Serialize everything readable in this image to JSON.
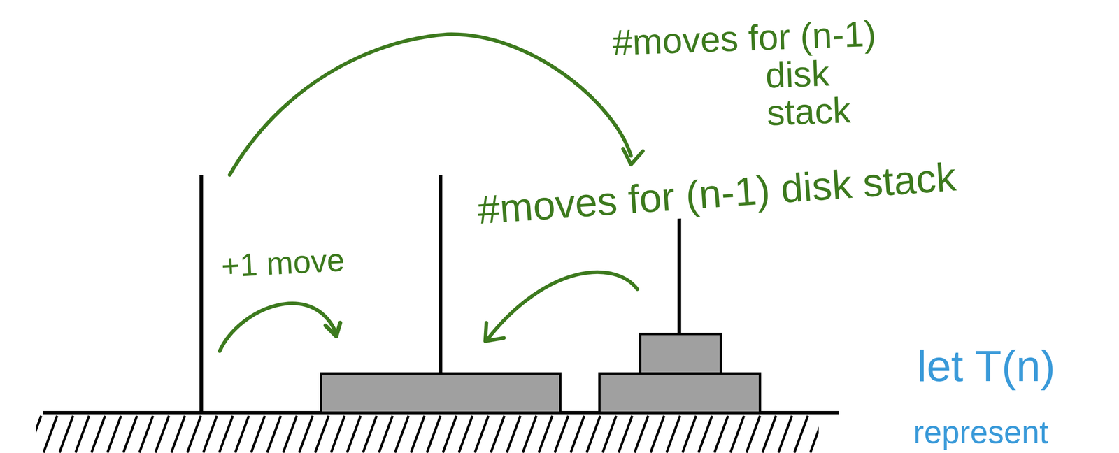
{
  "diagram": {
    "labels": [
      "#moves for (n-1) disk stack",
      "#moves for (n-1) disk stack",
      "+1 move",
      "let T(n)",
      "represent"
    ]
  }
}
